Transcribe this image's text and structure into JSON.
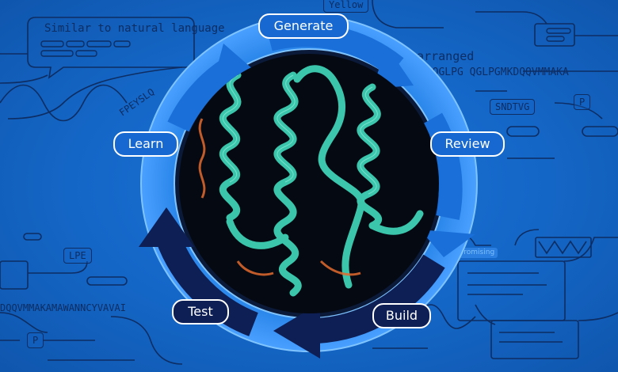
{
  "cycle": {
    "stages": [
      {
        "label": "Generate"
      },
      {
        "label": "Review"
      },
      {
        "label": "Build"
      },
      {
        "label": "Test"
      },
      {
        "label": "Learn"
      }
    ]
  },
  "background": {
    "bubble_text": "Similar to natural language",
    "tag_yellow": "Yellow",
    "rearranged_text": "rearranged",
    "sequence_top": "GJQGLPG QGLPGMKDQQVMMAKA",
    "sequence_left_diag": "FPEYSLQ",
    "sequence_bottom": "DQQVMMAKAMAWANNCYVAVAI",
    "chip_sndtvg": "SNDTVG",
    "chip_p_top": "P",
    "chip_lpe": "LPE",
    "chip_p_bottom": "P",
    "tag_promising": "Promising"
  },
  "colors": {
    "background": "#1566c8",
    "line": "#0d2d63",
    "arrow_light": "#1a74e0",
    "arrow_dark": "#0e1f55",
    "protein": "#3fd1b6",
    "protein_accent": "#e36a2e"
  },
  "icons": {
    "protein": "protein-helix-image"
  }
}
